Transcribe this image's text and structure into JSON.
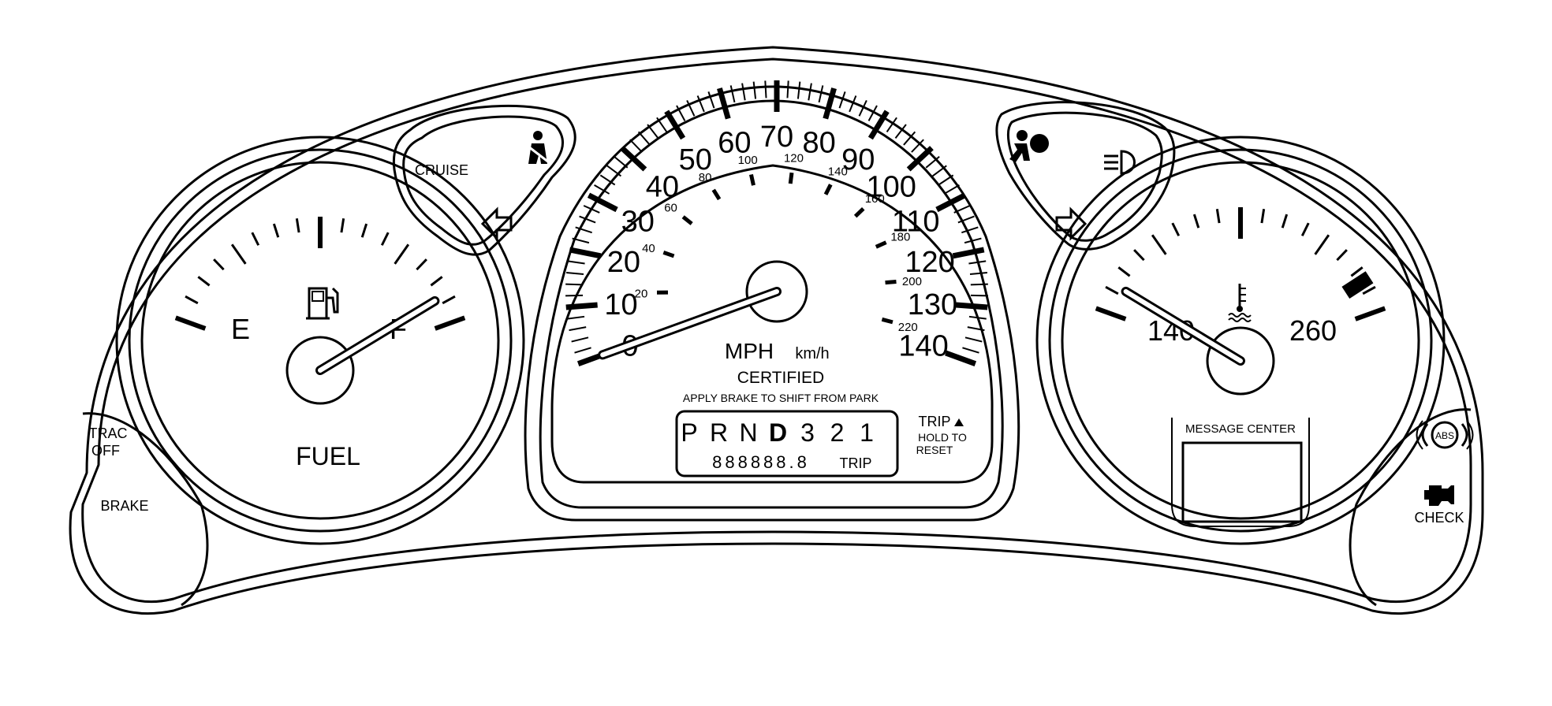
{
  "cluster": {
    "fuel": {
      "label": "FUEL",
      "empty_label": "E",
      "full_label": "F",
      "needle_value": 0.92
    },
    "speedometer": {
      "mph_ticks": [
        "0",
        "10",
        "20",
        "30",
        "40",
        "50",
        "60",
        "70",
        "80",
        "90",
        "100",
        "110",
        "120",
        "130",
        "140"
      ],
      "kmh_ticks": [
        "20",
        "40",
        "60",
        "80",
        "100",
        "120",
        "140",
        "160",
        "180",
        "200",
        "220"
      ],
      "unit_mph": "MPH",
      "unit_kmh": "km/h",
      "certified": "CERTIFIED",
      "notice": "APPLY BRAKE TO SHIFT FROM PARK",
      "needle_value": 0
    },
    "prndl": {
      "gears": [
        "P",
        "R",
        "N",
        "D",
        "3",
        "2",
        "1"
      ],
      "odometer": "888888.8",
      "trip": "TRIP"
    },
    "trip_button": {
      "label": "TRIP",
      "hint_line1": "HOLD TO",
      "hint_line2": "RESET"
    },
    "temperature": {
      "low_label": "140",
      "high_label": "260",
      "needle_value": 0.08
    },
    "message_center": {
      "label": "MESSAGE CENTER"
    },
    "indicators": {
      "cruise": "CRUISE",
      "trac_line1": "TRAC",
      "trac_line2": "OFF",
      "brake": "BRAKE",
      "abs": "ABS",
      "check": "CHECK"
    },
    "icons": [
      "seatbelt-icon",
      "turn-left-arrow-icon",
      "turn-right-arrow-icon",
      "airbag-icon",
      "headlamp-icon",
      "fuel-pump-icon",
      "coolant-temperature-icon",
      "abs-icon",
      "check-engine-icon"
    ]
  }
}
